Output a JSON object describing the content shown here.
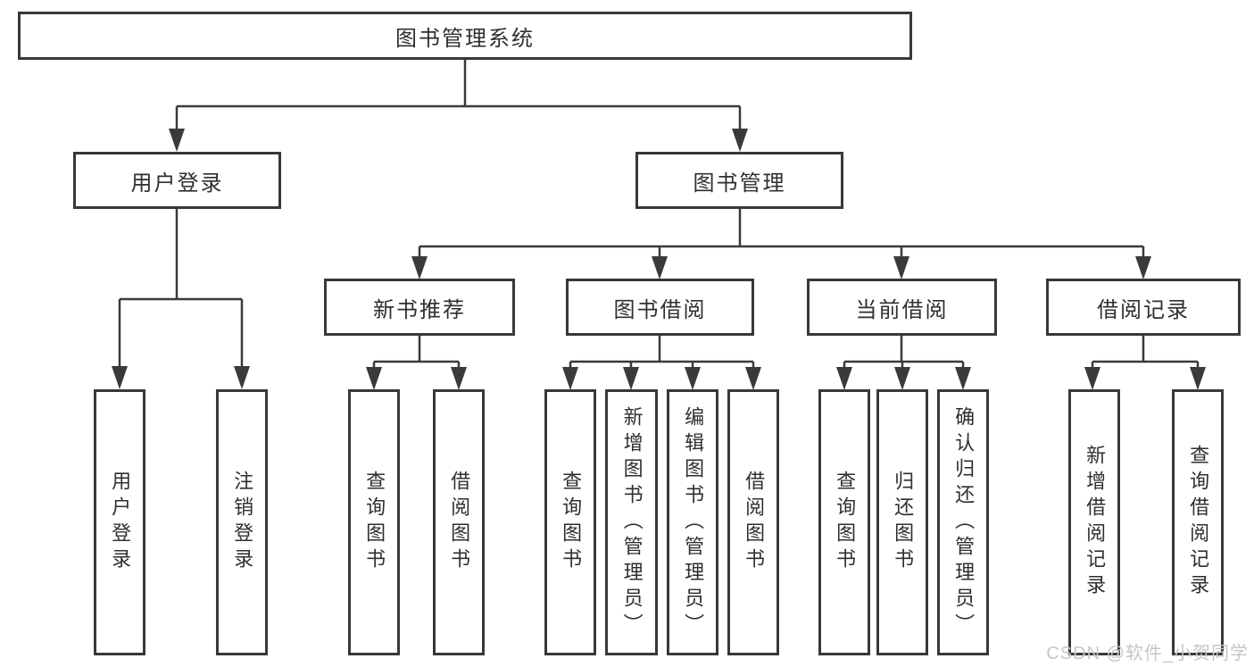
{
  "colors": {
    "line": "#3a3a3a",
    "box_border": "#383838",
    "text": "#2f2f2f",
    "watermark": "#c6c6cb",
    "background": "#ffffff"
  },
  "tree": {
    "label": "图书管理系统",
    "children": [
      {
        "label": "用户登录",
        "children": [
          {
            "label": "用户登录"
          },
          {
            "label": "注销登录"
          }
        ]
      },
      {
        "label": "图书管理",
        "children": [
          {
            "label": "新书推荐",
            "children": [
              {
                "label": "查询图书"
              },
              {
                "label": "借阅图书"
              }
            ]
          },
          {
            "label": "图书借阅",
            "children": [
              {
                "label": "查询图书"
              },
              {
                "label": "新增图书（管理员）"
              },
              {
                "label": "编辑图书（管理员）"
              },
              {
                "label": "借阅图书"
              }
            ]
          },
          {
            "label": "当前借阅",
            "children": [
              {
                "label": "查询图书"
              },
              {
                "label": "归还图书"
              },
              {
                "label": "确认归还（管理员）"
              }
            ]
          },
          {
            "label": "借阅记录",
            "children": [
              {
                "label": "新增借阅记录"
              },
              {
                "label": "查询借阅记录"
              }
            ]
          }
        ]
      }
    ]
  },
  "watermark": {
    "text": "CSDN @软件_小贺同学"
  }
}
